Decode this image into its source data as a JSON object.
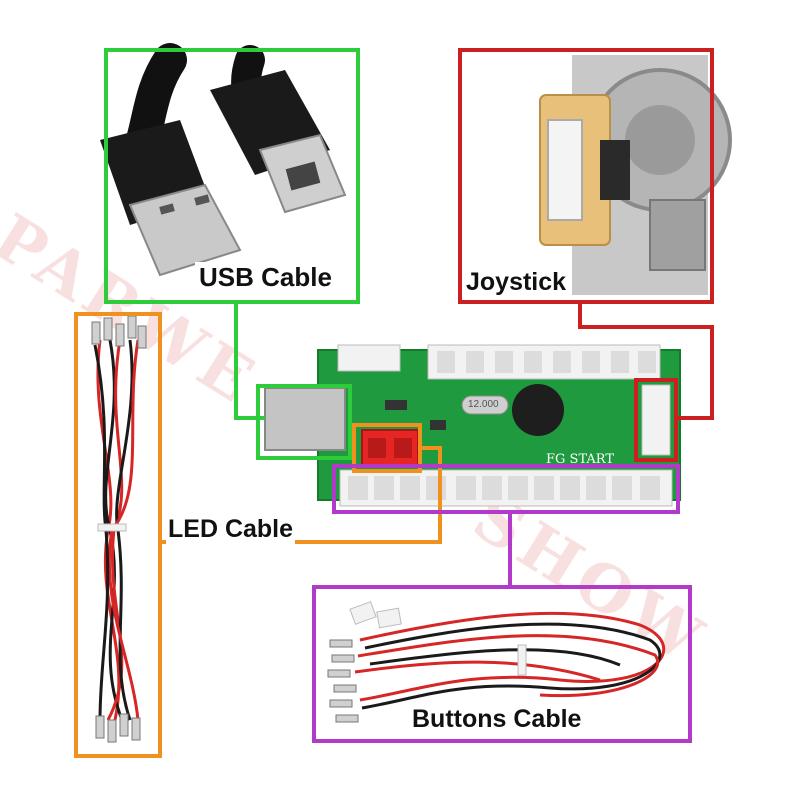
{
  "labels": {
    "usb": "USB Cable",
    "joystick": "Joystick",
    "led": "LED Cable",
    "buttons": "Buttons Cable"
  },
  "pcb": {
    "silk_text": "FG START",
    "crystal_text": "12.000"
  },
  "watermark": {
    "left": "PARWE",
    "right": "SHOW"
  },
  "colors": {
    "usb": "#2ecc3a",
    "joystick": "#cc1f1f",
    "led": "#f0901e",
    "buttons": "#b23ac8",
    "pcb": "#1f9a3e",
    "wire_red": "#d62626",
    "wire_black": "#1a1a1a"
  }
}
